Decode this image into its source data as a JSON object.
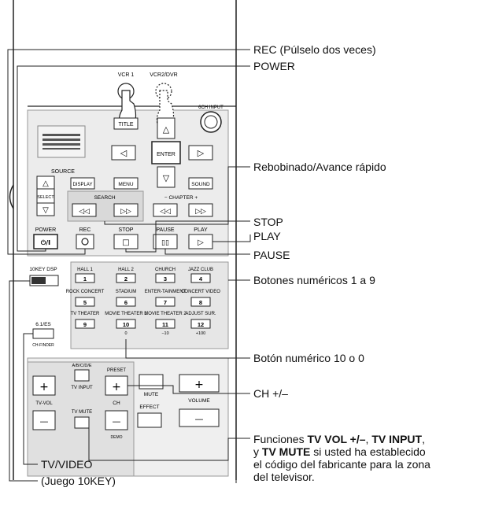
{
  "remote": {
    "top_labels": {
      "vcr1": "VCR 1",
      "vcr2": "VCR2/DVR",
      "six_ch": "6CH INPUT"
    },
    "nav": {
      "title": "TITLE",
      "enter": "ENTER",
      "left": "◁",
      "right": "▷",
      "up": "△",
      "down": "▽"
    },
    "source": {
      "label": "SOURCE",
      "select": "SELECT",
      "up": "△",
      "down": "▽"
    },
    "row_menu": {
      "display": "DISPLAY",
      "menu": "MENU",
      "sound": "SOUND"
    },
    "search": {
      "label": "SEARCH",
      "rew": "◁◁",
      "ff": "▷▷"
    },
    "chapter": {
      "label": "−  CHAPTER  +",
      "prev": "◁◁",
      "next": "▷▷"
    },
    "transport": {
      "power": "POWER",
      "power_sym": "⏻/I",
      "rec": "REC",
      "stop": "STOP",
      "pause": "PAUSE",
      "play": "PLAY",
      "stop_sym": "□",
      "pause_sym": "▯▯",
      "play_sym": "▷"
    },
    "tenkey": {
      "label": "10KEY  DSP"
    },
    "numpad": [
      {
        "top": "HALL 1",
        "num": "1"
      },
      {
        "top": "HALL 2",
        "num": "2"
      },
      {
        "top": "CHURCH",
        "num": "3"
      },
      {
        "top": "JAZZ CLUB",
        "num": "4"
      },
      {
        "top": "ROCK CONCERT",
        "num": "5"
      },
      {
        "top": "STADIUM",
        "num": "6"
      },
      {
        "top": "ENTER-TAINMENT",
        "num": "7"
      },
      {
        "top": "CONCERT VIDEO",
        "num": "8"
      },
      {
        "top": "TV THEATER",
        "num": "9"
      },
      {
        "top": "MOVIE THEATER 1",
        "num": "10",
        "bottom": "0"
      },
      {
        "top": "MOVIE THEATER 2",
        "num": "11",
        "bottom": "−10"
      },
      {
        "top": "ADJUST SUR.",
        "num": "12",
        "bottom": "+100"
      }
    ],
    "tvvideo": {
      "label": "6.1/ES",
      "sub": "CH-FINDER"
    },
    "lower": {
      "abcde": "A/B/C/D/E",
      "tv_input": "TV INPUT",
      "tv_mute": "TV MUTE",
      "tv_vol": "TV-VOL",
      "preset": "PRESET",
      "ch": "CH",
      "demo": "DEMO",
      "mute": "MUTE",
      "effect": "EFFECT",
      "volume": "VOLUME",
      "plus": "+",
      "minus": "—"
    }
  },
  "callouts": {
    "rec": "REC (Púlselo dos veces)",
    "power": "POWER",
    "rew_ff": "Rebobinado/Avance rápido",
    "stop": "STOP",
    "play": "PLAY",
    "pause": "PAUSE",
    "numeric_1_9": "Botones numéricos 1 a 9",
    "numeric_10": "Botón numérico 10 o 0",
    "ch": "CH +/–",
    "tv_functions_pre": "Funciones ",
    "tv_vol": "TV VOL +/–",
    "comma": ", ",
    "tv_input": "TV INPUT",
    "line2_pre": "y ",
    "tv_mute": "TV MUTE",
    "line2_post": " si usted ha establecido",
    "line3": "el código del fabricante para la zona",
    "line4": "del televisor.",
    "tvvideo": "TV/VIDEO",
    "tenkey": "(Juego 10KEY)"
  }
}
